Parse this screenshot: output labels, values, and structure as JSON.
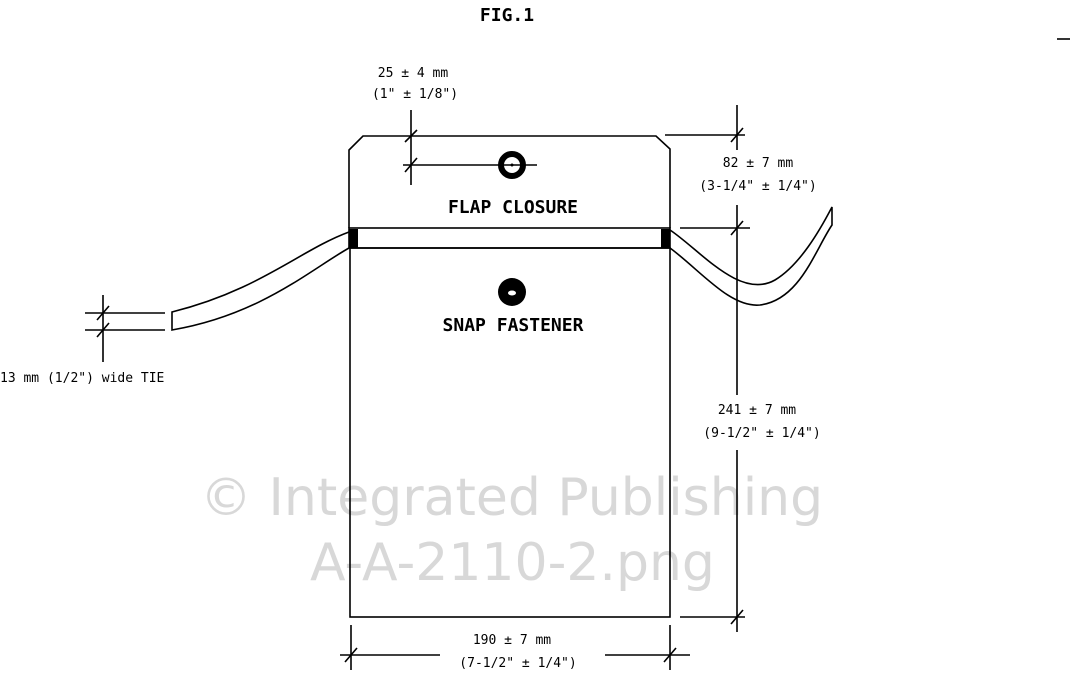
{
  "title": "FIG.1",
  "labels": {
    "flap": "FLAP CLOSURE",
    "snap": "SNAP FASTENER"
  },
  "dimensions": {
    "flap_snap_mm": "25 ± 4 mm",
    "flap_snap_in": "(1\" ± 1/8\")",
    "flap_height_mm": "82 ± 7 mm",
    "flap_height_in": "(3-1/4\" ± 1/4\")",
    "body_height_mm": "241 ± 7 mm",
    "body_height_in": "(9-1/2\" ± 1/4\")",
    "width_mm": "190 ± 7 mm",
    "width_in": "(7-1/2\" ± 1/4\")",
    "tie": "13 mm (1/2\") wide TIE"
  },
  "watermark": {
    "line1": "© Integrated Publishing",
    "line2": "A-A-2110-2.png"
  }
}
